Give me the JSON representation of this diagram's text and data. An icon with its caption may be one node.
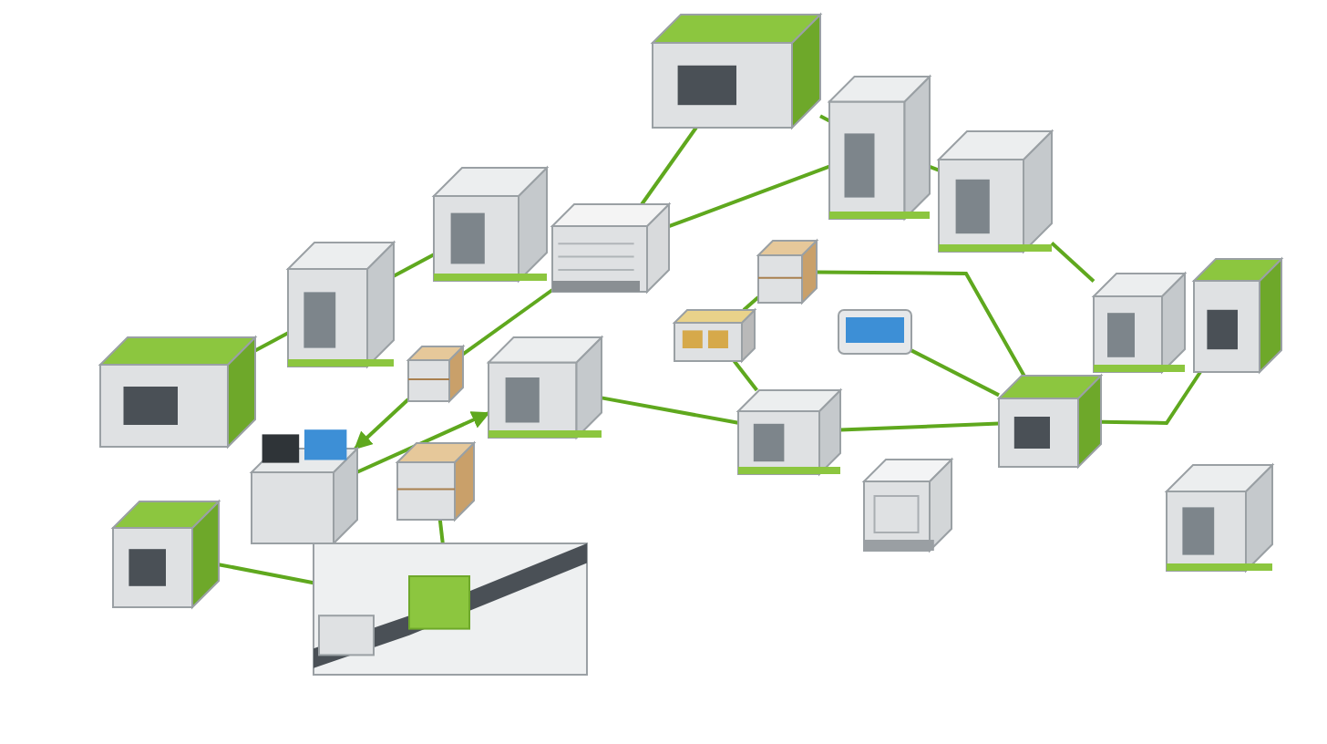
{
  "diagram": {
    "nodes": [
      {
        "text": [],
        "shape": "picture"
      },
      {
        "text": [],
        "shape": "picture"
      },
      {
        "text": [],
        "shape": "picture"
      },
      {
        "text": [],
        "shape": "picture"
      },
      {
        "text": [],
        "shape": "picture"
      },
      {
        "text": [],
        "shape": "picture"
      },
      {
        "text": [],
        "shape": "picture"
      },
      {
        "text": [],
        "shape": "picture"
      },
      {
        "text": [],
        "shape": "picture"
      },
      {
        "text": [],
        "shape": "picture"
      },
      {
        "text": [],
        "shape": "picture"
      },
      {
        "text": [],
        "shape": "picture"
      },
      {
        "text": [],
        "shape": "picture"
      },
      {
        "text": [],
        "shape": "picture"
      },
      {
        "text": [],
        "shape": "picture"
      },
      {
        "text": [],
        "shape": "picture"
      },
      {
        "text": [],
        "shape": "picture"
      },
      {
        "text": [],
        "shape": "picture"
      },
      {
        "text": [],
        "shape": "picture"
      },
      {
        "text": [],
        "shape": "picture"
      },
      {
        "text": [],
        "shape": "picture"
      },
      {
        "text": [],
        "shape": "picture"
      }
    ],
    "edges": [
      {
        "from": 0,
        "to": 2,
        "arrow": "none"
      },
      {
        "from": 2,
        "to": 3,
        "arrow": "none"
      },
      {
        "from": 4,
        "to": 5,
        "arrow": "none"
      },
      {
        "from": 5,
        "to": 6,
        "arrow": "none"
      },
      {
        "from": 6,
        "to": 7,
        "arrow": "none"
      },
      {
        "from": 4,
        "to": 12,
        "arrow": "none"
      },
      {
        "from": 5,
        "to": 12,
        "arrow": "none"
      },
      {
        "from": 12,
        "to": 11,
        "arrow": "none"
      },
      {
        "from": 13,
        "to": 17,
        "arrow": "none"
      },
      {
        "from": 13,
        "to": 9,
        "arrow": "none"
      },
      {
        "from": 17,
        "to": 19,
        "arrow": "none"
      },
      {
        "from": 18,
        "to": 9,
        "arrow": "none"
      },
      {
        "from": 19,
        "to": 9,
        "arrow": "none"
      },
      {
        "from": 9,
        "to": 8,
        "arrow": "none"
      },
      {
        "from": 11,
        "to": 16,
        "arrow": "to"
      },
      {
        "from": 16,
        "to": 14,
        "arrow": "to"
      },
      {
        "from": 14,
        "to": 19,
        "arrow": "none"
      },
      {
        "from": 15,
        "to": 21,
        "arrow": "none"
      },
      {
        "from": 1,
        "to": 21,
        "arrow": "none"
      }
    ]
  }
}
